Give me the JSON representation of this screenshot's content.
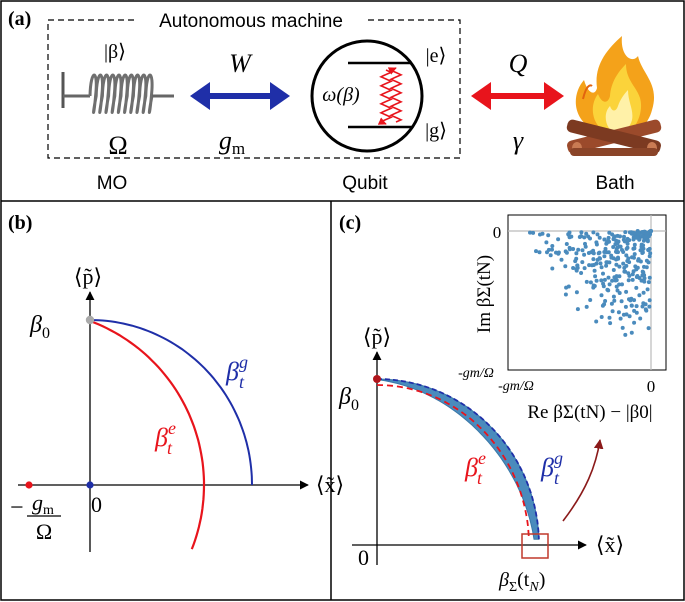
{
  "panel_a": {
    "label": "(a)",
    "machine_title": "Autonomous machine",
    "mo_state": "|β⟩",
    "mo_freq": "Ω",
    "mo_caption": "MO",
    "work_label": "W",
    "coupling_main": "g",
    "coupling_sub": "m",
    "qubit_freq": "ω(β)",
    "excited": "|e⟩",
    "ground": "|g⟩",
    "qubit_caption": "Qubit",
    "heat_label": "Q",
    "rate_label": "γ",
    "bath_caption": "Bath",
    "colors": {
      "work_arrow": "#1f2fa8",
      "heat_arrow": "#e8141c",
      "level_wave": "#e8141c"
    }
  },
  "panel_b": {
    "label": "(b)",
    "y_axis": "⟨p̃⟩",
    "x_axis": "⟨x̃⟩",
    "beta0": "β",
    "beta0_sub": "0",
    "origin": "0",
    "minus": "−",
    "frac_num_main": "g",
    "frac_num_sub": "m",
    "frac_den": "Ω",
    "curve_g_main": "β",
    "curve_g_sub": "t",
    "curve_g_sup": "g",
    "curve_e_main": "β",
    "curve_e_sub": "t",
    "curve_e_sup": "e",
    "colors": {
      "ground": "#1f2fa8",
      "excited": "#e8141c",
      "start_dot": "#aaaaaa"
    }
  },
  "panel_c": {
    "label": "(c)",
    "y_axis": "⟨p̃⟩",
    "x_axis": "⟨x̃⟩",
    "beta0": "β",
    "beta0_sub": "0",
    "origin": "0",
    "curve_g_main": "β",
    "curve_g_sub": "t",
    "curve_g_sup": "g",
    "curve_e_main": "β",
    "curve_e_sub": "t",
    "curve_e_sup": "e",
    "final_main": "β",
    "final_sub": "Σ",
    "final_arg": "(t",
    "final_arg_sub": "N",
    "final_close": ")",
    "colors": {
      "band": "#4a8bbd",
      "arrow": "#8b1a1a",
      "box": "#c0392b"
    },
    "inset": {
      "y_label": "Im βΣ(tN)",
      "x_label": "Re βΣ(tN) − |β0|",
      "y_tick": "0",
      "x_tick_right": "0",
      "x_tick_left": "-gm/Ω",
      "x_tick_left_2": "-gm/Ω"
    }
  }
}
